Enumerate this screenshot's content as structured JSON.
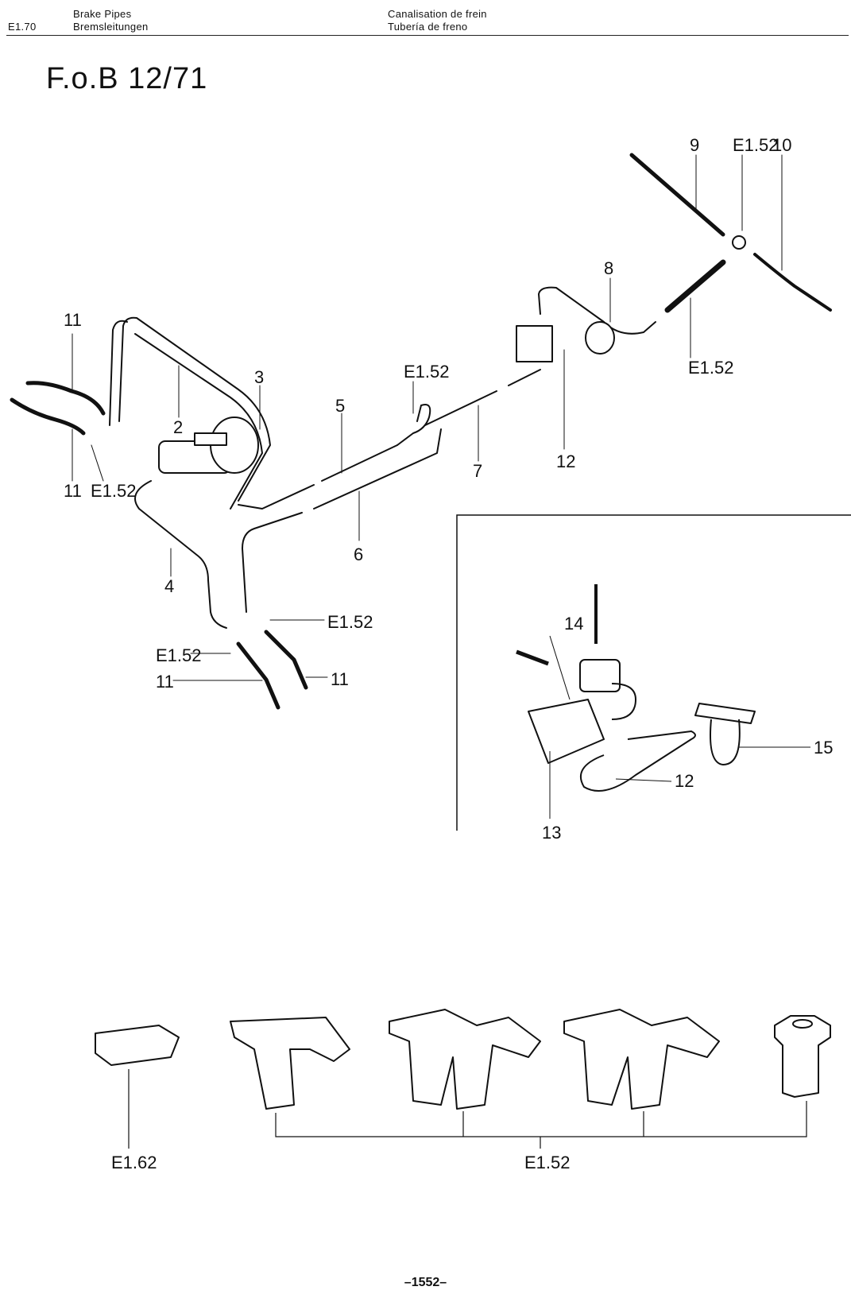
{
  "header": {
    "code": "E1.70",
    "en": "Brake Pipes",
    "de": "Bremsleitungen",
    "fr": "Canalisation de frein",
    "es": "Tubería de freno"
  },
  "title": "F.o.B  12/71",
  "page_number": "–1552–",
  "callouts": {
    "n2": "2",
    "n3": "3",
    "n4": "4",
    "n5": "5",
    "n6": "6",
    "n7": "7",
    "n8": "8",
    "n9": "9",
    "n10": "10",
    "n11": "11",
    "n12": "12",
    "n13": "13",
    "n14": "14",
    "n15": "15",
    "e152": "E1.52",
    "e162": "E1.62"
  }
}
